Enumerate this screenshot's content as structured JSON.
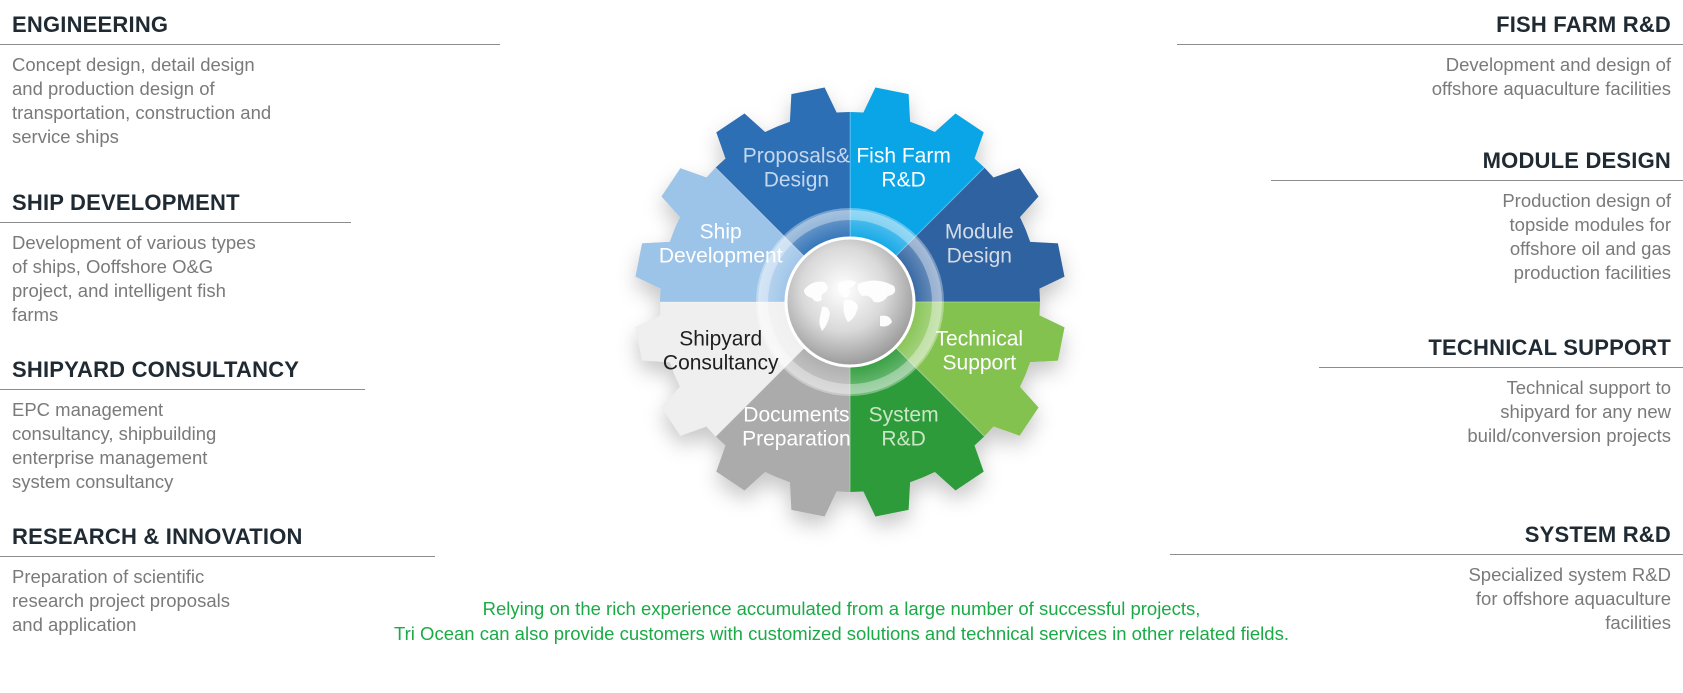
{
  "left_sections": [
    {
      "title": "ENGINEERING",
      "lines": [
        "Concept design, detail design",
        "and production design of",
        "transportation, construction and",
        "service ships"
      ]
    },
    {
      "title": "SHIP DEVELOPMENT",
      "lines": [
        "Development of various types",
        "of ships, Ooffshore O&G",
        "project, and intelligent fish",
        "farms"
      ]
    },
    {
      "title": "SHIPYARD CONSULTANCY",
      "lines": [
        "EPC management",
        "consultancy, shipbuilding",
        "enterprise management",
        "system consultancy"
      ]
    },
    {
      "title": "RESEARCH & INNOVATION",
      "lines": [
        "Preparation of scientific",
        "research project proposals",
        "and application"
      ]
    }
  ],
  "right_sections": [
    {
      "title": "FISH FARM R&D",
      "lines": [
        "Development and design of",
        "offshore aquaculture facilities"
      ]
    },
    {
      "title": "MODULE DESIGN",
      "lines": [
        "Production design of",
        "topside modules for",
        "offshore oil and gas",
        "production facilities"
      ]
    },
    {
      "title": "TECHNICAL SUPPORT",
      "lines": [
        "Technical support to",
        "shipyard for any new",
        "build/conversion projects"
      ]
    },
    {
      "title": "SYSTEM R&D",
      "lines": [
        "Specialized system R&D",
        "for offshore aquaculture",
        "facilities"
      ]
    }
  ],
  "gear": {
    "center_icon": "world-map-icon",
    "segments": [
      {
        "label_lines": [
          "Fish Farm",
          "R&D"
        ],
        "color": "#0aa5e6",
        "text_color": "#ffffff"
      },
      {
        "label_lines": [
          "Module",
          "Design"
        ],
        "color": "#2e62a0",
        "text_color": "#d5dbe6"
      },
      {
        "label_lines": [
          "Technical",
          "Support"
        ],
        "color": "#83c24f",
        "text_color": "#ffffff"
      },
      {
        "label_lines": [
          "System",
          "R&D"
        ],
        "color": "#2e9b3a",
        "text_color": "#c9e6c7"
      },
      {
        "label_lines": [
          "Documents",
          "Preparation"
        ],
        "color": "#acabab",
        "text_color": "#ffffff"
      },
      {
        "label_lines": [
          "Shipyard",
          "Consultancy"
        ],
        "color": "#efefef",
        "text_color": "#1f1f1f"
      },
      {
        "label_lines": [
          "Ship",
          "Development"
        ],
        "color": "#9cc3e8",
        "text_color": "#ffffff"
      },
      {
        "label_lines": [
          "Proposals&",
          "Design"
        ],
        "color": "#2c6fb5",
        "text_color": "#c4d7ee"
      }
    ]
  },
  "footer": {
    "line1": "Relying on the rich experience accumulated from a large number of successful projects,",
    "line2": "Tri Ocean can also provide customers with customized solutions and technical services in other related fields."
  }
}
